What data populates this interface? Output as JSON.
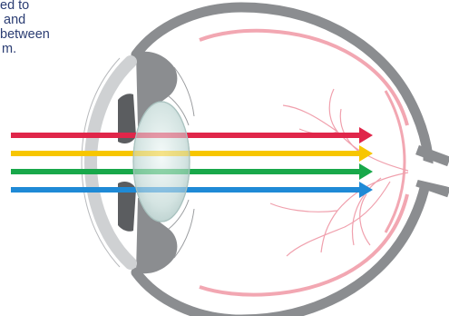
{
  "caption": {
    "lines": [
      "ed to",
      "and",
      "between",
      "m."
    ],
    "color": "#2b3d73"
  },
  "arrows": [
    {
      "name": "red",
      "color": "#e0264a"
    },
    {
      "name": "yellow",
      "color": "#f7c600"
    },
    {
      "name": "green",
      "color": "#18a84a"
    },
    {
      "name": "blue",
      "color": "#1f8ad6"
    }
  ],
  "colors": {
    "sclera": "#8b8d90",
    "cornea": "#cfd1d3",
    "iris": "#5b5d60",
    "lens": "#d6e6e4",
    "retina": "#f2a7b2",
    "vessels": "#f0a0ad",
    "outline": "#9a9c9f"
  }
}
